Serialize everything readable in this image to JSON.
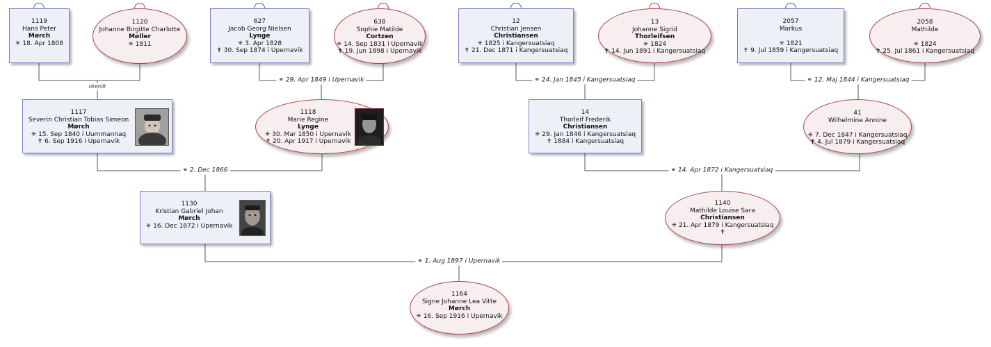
{
  "people": {
    "p1119": {
      "id": "1119",
      "given": "Hans Peter",
      "surname": "Mørch",
      "birth": "✳ 18. Apr 1808",
      "death": ""
    },
    "p1120": {
      "id": "1120",
      "given": "Johanne Birgitte Charlotte",
      "surname": "Møller",
      "birth": "✳ 1811",
      "death": ""
    },
    "p627": {
      "id": "627",
      "given": "Jacob Georg Nielsen",
      "surname": "Lynge",
      "birth": "✳ 3. Apr 1828",
      "death": "✝ 30. Sep 1874 i  Upernavik"
    },
    "p638": {
      "id": "638",
      "given": "Sophie Matilde",
      "surname": "Cortzen",
      "birth": "✳ 14. Sep 1831 i  Upernavik",
      "death": "✝ 19. Jun 1898 i  Upernavik"
    },
    "p12": {
      "id": "12",
      "given": "Christian Jensen",
      "surname": "Christiansen",
      "birth": "✳ 1825 i  Kangersuatsiaq",
      "death": "✝ 21. Dec 1871 i  Kangersuatsiaq"
    },
    "p13": {
      "id": "13",
      "given": "Johanne Sigrid",
      "surname": "Thorleifsen",
      "birth": "✳ 1824",
      "death": "✝ 14. Jun 1891 i  Kangersuatsiaq"
    },
    "p2057": {
      "id": "2057",
      "given": "Markus",
      "surname": "",
      "birth": "✳ 1821",
      "death": "✝ 9. Jul 1859 i  Kangersuatsiaq"
    },
    "p2058": {
      "id": "2058",
      "given": "Mathilde",
      "surname": "",
      "birth": "✳ 1824",
      "death": "✝ 25. Jul 1861 i  Kangersuatsiaq"
    },
    "p1117": {
      "id": "1117",
      "given": "Severin Christian Tobias Simeon",
      "surname": "Mørch",
      "birth": "✳ 15. Sep 1840 i  Uummannaq",
      "death": "✝ 6. Sep 1916 i  Upernavik"
    },
    "p1118": {
      "id": "1118",
      "given": "Marie Regine",
      "surname": "Lynge",
      "birth": "✳ 30. Mar 1850 i  Upernavik",
      "death": "✝ 20. Apr 1917 i  Upernavik"
    },
    "p14": {
      "id": "14",
      "given": "Thorleif Frederik",
      "surname": "Christiansen",
      "birth": "✳ 29. Jan 1846 i  Kangersuatsiaq",
      "death": "✝ 1884 i  Kangersuatsiaq"
    },
    "p41": {
      "id": "41",
      "given": "Wilhelmine Annine",
      "surname": "",
      "birth": "✳ 7. Dec 1847 i  Kangersuatsiaq",
      "death": "✝ 4. Jul 1879 i  Kangersuatsiaq"
    },
    "p1130": {
      "id": "1130",
      "given": "Kristian Gabriel Johan",
      "surname": "Mørch",
      "birth": "✳ 16. Dec 1872 i  Upernavik",
      "death": ""
    },
    "p1140": {
      "id": "1140",
      "given": "Mathilde Louise Sara",
      "surname": "Christiansen",
      "birth": "✳ 21. Apr 1879 i  Kangersuatsiaq",
      "death": "✝"
    },
    "p1164": {
      "id": "1164",
      "given": "Signe Johanne Lea Vitte",
      "surname": "Mørch",
      "birth": "✳ 16. Sep 1916 i  Upernavik",
      "death": ""
    }
  },
  "marriages": {
    "m1119_1120": "ukendt",
    "m627_638": "⚭ 29. Apr 1849 i  Upernavik",
    "m12_13": "⚭ 24. Jan 1845 i  Kangersuatsiaq",
    "m2057_2058": "⚭ 12. Maj 1844 i  Kangersuatsiaq",
    "m1117_1118": "⚭ 2. Dec 1866",
    "m14_41": "⚭ 14. Apr 1872 i  Kangersuatsiaq",
    "m1130_1140": "⚭ 1. Aug 1897 i  Upernavik"
  },
  "colors": {
    "male_fill": "#eef0f7",
    "male_border": "#7b7fc4",
    "female_fill": "#f7eeef",
    "female_border": "#b0424a",
    "connector": "#555555"
  },
  "icons": {
    "expand_tab": "expand-parents-icon",
    "photo": "person-photo"
  }
}
